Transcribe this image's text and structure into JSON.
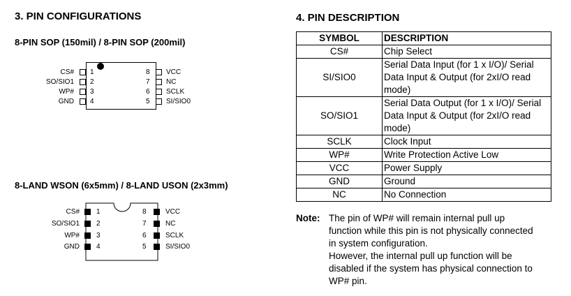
{
  "left": {
    "heading": "3. PIN CONFIGURATIONS",
    "sop": {
      "title": "8-PIN SOP (150mil) / 8-PIN SOP (200mil)",
      "left_pins": [
        {
          "name": "CS#",
          "num": "1"
        },
        {
          "name": "SO/SIO1",
          "num": "2"
        },
        {
          "name": "WP#",
          "num": "3"
        },
        {
          "name": "GND",
          "num": "4"
        }
      ],
      "right_pins": [
        {
          "num": "8",
          "name": "VCC"
        },
        {
          "num": "7",
          "name": "NC"
        },
        {
          "num": "6",
          "name": "SCLK"
        },
        {
          "num": "5",
          "name": "SI/SIO0"
        }
      ]
    },
    "wson": {
      "title": "8-LAND WSON (6x5mm) / 8-LAND USON (2x3mm)",
      "left_pins": [
        {
          "name": "CS#",
          "num": "1"
        },
        {
          "name": "SO/SIO1",
          "num": "2"
        },
        {
          "name": "WP#",
          "num": "3"
        },
        {
          "name": "GND",
          "num": "4"
        }
      ],
      "right_pins": [
        {
          "num": "8",
          "name": "VCC"
        },
        {
          "num": "7",
          "name": "NC"
        },
        {
          "num": "6",
          "name": "SCLK"
        },
        {
          "num": "5",
          "name": "SI/SIO0"
        }
      ]
    }
  },
  "right": {
    "heading": "4. PIN DESCRIPTION",
    "table": {
      "headers": [
        "SYMBOL",
        "DESCRIPTION"
      ],
      "rows": [
        {
          "symbol": "CS#",
          "desc": [
            "Chip Select"
          ]
        },
        {
          "symbol": "SI/SIO0",
          "desc": [
            "Serial Data Input (for 1 x I/O)/ Serial",
            "Data Input & Output (for 2xI/O read",
            "mode)"
          ]
        },
        {
          "symbol": "SO/SIO1",
          "desc": [
            "Serial Data Output (for 1 x I/O)/ Serial",
            "Data Input & Output (for 2xI/O read",
            "mode)"
          ]
        },
        {
          "symbol": "SCLK",
          "desc": [
            "Clock Input"
          ]
        },
        {
          "symbol": "WP#",
          "desc": [
            "Write Protection Active Low"
          ]
        },
        {
          "symbol": "VCC",
          "desc": [
            "Power Supply"
          ]
        },
        {
          "symbol": "GND",
          "desc": [
            "Ground"
          ]
        },
        {
          "symbol": "NC",
          "desc": [
            "No Connection"
          ]
        }
      ]
    },
    "note": {
      "label": "Note:",
      "lines": [
        "The pin of WP# will remain internal pull up",
        "function while this pin is not physically connected",
        "in system configuration.",
        "However, the internal pull up function will be",
        "disabled if the system has physical connection to",
        "WP# pin."
      ]
    }
  }
}
